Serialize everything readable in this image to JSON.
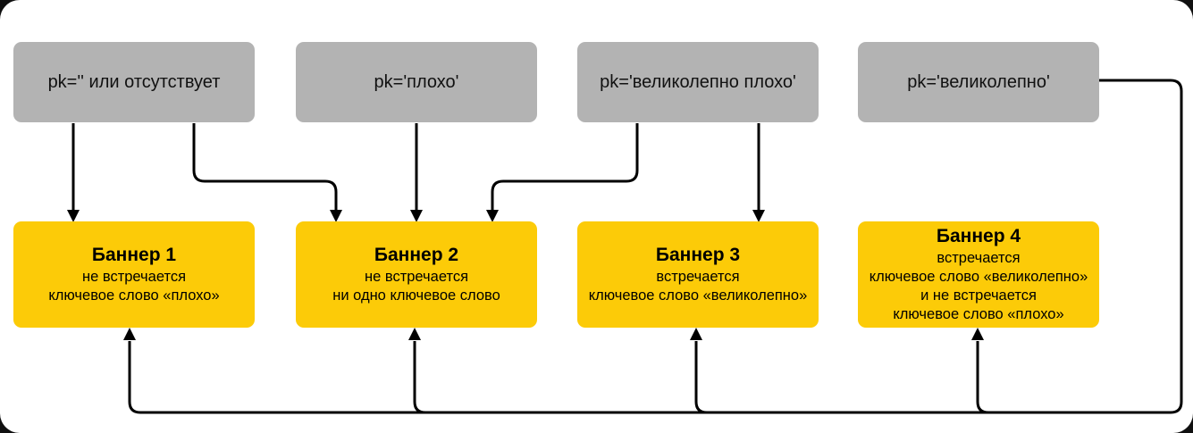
{
  "diagram": {
    "title": "Keyword targeting of banners by pk parameter",
    "colors": {
      "source_box": "#b3b3b3",
      "banner_box": "#fccb08",
      "connector": "#000000",
      "background": "#ffffff",
      "text": "#000000"
    },
    "sources": [
      {
        "id": "pk1",
        "label": "pk='' или отсутствует"
      },
      {
        "id": "pk2",
        "label": "pk='плохо'"
      },
      {
        "id": "pk3",
        "label": "pk='великолепно плохо'"
      },
      {
        "id": "pk4",
        "label": "pk='великолепно'"
      }
    ],
    "banners": [
      {
        "id": "banner1",
        "title": "Баннер 1",
        "lines": [
          "не встречается",
          "ключевое слово «плохо»"
        ]
      },
      {
        "id": "banner2",
        "title": "Баннер 2",
        "lines": [
          "не встречается",
          "ни одно ключевое слово"
        ]
      },
      {
        "id": "banner3",
        "title": "Баннер 3",
        "lines": [
          "встречается",
          "ключевое слово «великолепно»"
        ]
      },
      {
        "id": "banner4",
        "title": "Баннер 4",
        "lines": [
          "встречается",
          "ключевое слово «великолепно»",
          "и не встречается",
          "ключевое слово «плохо»"
        ]
      }
    ],
    "edges": [
      {
        "from": "pk1",
        "to": "banner1"
      },
      {
        "from": "pk1",
        "to": "banner2"
      },
      {
        "from": "pk2",
        "to": "banner2"
      },
      {
        "from": "pk3",
        "to": "banner2"
      },
      {
        "from": "pk3",
        "to": "banner3"
      },
      {
        "from": "pk4",
        "to": "banner1"
      },
      {
        "from": "pk4",
        "to": "banner2"
      },
      {
        "from": "pk4",
        "to": "banner3"
      },
      {
        "from": "pk4",
        "to": "banner4"
      }
    ]
  }
}
